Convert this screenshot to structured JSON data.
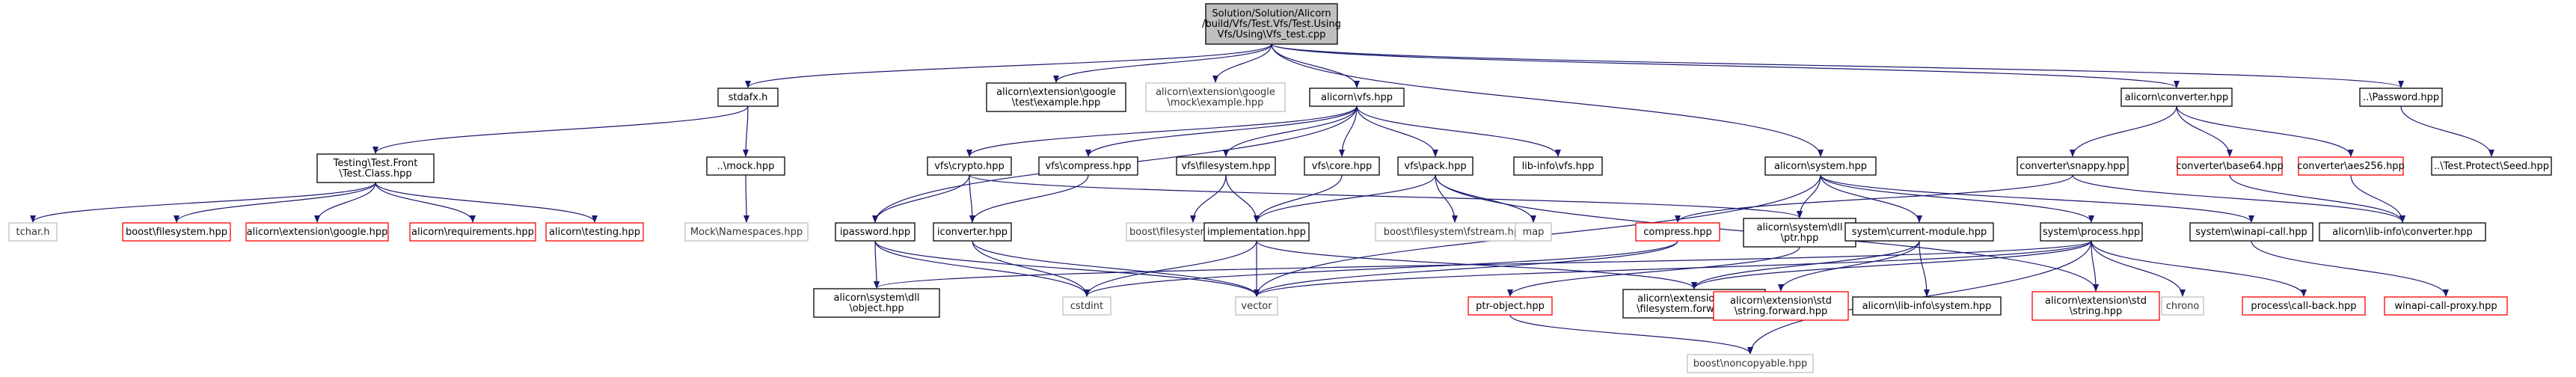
{
  "colors": {
    "edge": "#191970",
    "root_fill": "#bfbfbf",
    "root_border": "#000000",
    "normal_border": "#000000",
    "missing_border": "#ff0000",
    "external_border": "#bfbfbf"
  },
  "nodes": [
    {
      "id": "root",
      "lines": [
        "Solution/Solution/Alicorn",
        "/build/Vfs/Test.Vfs/Test.Using",
        "Vfs/Using\\Vfs_test.cpp"
      ],
      "style": "root"
    },
    {
      "id": "stdafx",
      "lines": [
        "stdafx.h"
      ],
      "style": "normal"
    },
    {
      "id": "ext_google_test_example",
      "lines": [
        "alicorn\\extension\\google",
        "\\test\\example.hpp"
      ],
      "style": "normal"
    },
    {
      "id": "ext_google_mock_example",
      "lines": [
        "alicorn\\extension\\google",
        "\\mock\\example.hpp"
      ],
      "style": "external"
    },
    {
      "id": "alicorn_vfs",
      "lines": [
        "alicorn\\vfs.hpp"
      ],
      "style": "normal"
    },
    {
      "id": "alicorn_converter",
      "lines": [
        "alicorn\\converter.hpp"
      ],
      "style": "normal"
    },
    {
      "id": "password",
      "lines": [
        "..\\Password.hpp"
      ],
      "style": "normal"
    },
    {
      "id": "test_class",
      "lines": [
        "Testing\\Test.Front",
        "\\Test.Class.hpp"
      ],
      "style": "normal"
    },
    {
      "id": "mock",
      "lines": [
        "..\\mock.hpp"
      ],
      "style": "normal"
    },
    {
      "id": "tchar",
      "lines": [
        "tchar.h"
      ],
      "style": "external"
    },
    {
      "id": "boost_filesystem",
      "lines": [
        "boost\\filesystem.hpp"
      ],
      "style": "missing"
    },
    {
      "id": "ext_google",
      "lines": [
        "alicorn\\extension\\google.hpp"
      ],
      "style": "missing"
    },
    {
      "id": "requirements",
      "lines": [
        "alicorn\\requirements.hpp"
      ],
      "style": "missing"
    },
    {
      "id": "testing",
      "lines": [
        "alicorn\\testing.hpp"
      ],
      "style": "missing"
    },
    {
      "id": "mock_namespaces",
      "lines": [
        "Mock\\Namespaces.hpp"
      ],
      "style": "external"
    },
    {
      "id": "vfs_crypto",
      "lines": [
        "vfs\\crypto.hpp"
      ],
      "style": "normal"
    },
    {
      "id": "vfs_compress",
      "lines": [
        "vfs\\compress.hpp"
      ],
      "style": "normal"
    },
    {
      "id": "vfs_filesystem",
      "lines": [
        "vfs\\filesystem.hpp"
      ],
      "style": "normal"
    },
    {
      "id": "vfs_core",
      "lines": [
        "vfs\\core.hpp"
      ],
      "style": "normal"
    },
    {
      "id": "vfs_pack",
      "lines": [
        "vfs\\pack.hpp"
      ],
      "style": "normal"
    },
    {
      "id": "lib_info_vfs",
      "lines": [
        "lib-info\\vfs.hpp"
      ],
      "style": "normal"
    },
    {
      "id": "alicorn_system",
      "lines": [
        "alicorn\\system.hpp"
      ],
      "style": "normal"
    },
    {
      "id": "converter_snappy",
      "lines": [
        "converter\\snappy.hpp"
      ],
      "style": "normal"
    },
    {
      "id": "converter_base64",
      "lines": [
        "converter\\base64.hpp"
      ],
      "style": "missing"
    },
    {
      "id": "converter_aes256",
      "lines": [
        "converter\\aes256.hpp"
      ],
      "style": "missing"
    },
    {
      "id": "test_protect_seed",
      "lines": [
        "..\\Test.Protect\\Seed.hpp"
      ],
      "style": "normal"
    },
    {
      "id": "ipassword",
      "lines": [
        "ipassword.hpp"
      ],
      "style": "normal"
    },
    {
      "id": "iconverter",
      "lines": [
        "iconverter.hpp"
      ],
      "style": "normal"
    },
    {
      "id": "boost_fs_path",
      "lines": [
        "boost\\filesystem\\path.hpp"
      ],
      "style": "external"
    },
    {
      "id": "implementation",
      "lines": [
        "implementation.hpp"
      ],
      "style": "normal"
    },
    {
      "id": "boost_fs_fstream",
      "lines": [
        "boost\\filesystem\\fstream.hpp"
      ],
      "style": "external"
    },
    {
      "id": "map",
      "lines": [
        "map"
      ],
      "style": "external"
    },
    {
      "id": "compress",
      "lines": [
        "compress.hpp"
      ],
      "style": "missing"
    },
    {
      "id": "system_dll_ptr",
      "lines": [
        "alicorn\\system\\dll",
        "\\ptr.hpp"
      ],
      "style": "normal"
    },
    {
      "id": "system_current_module",
      "lines": [
        "system\\current-module.hpp"
      ],
      "style": "normal"
    },
    {
      "id": "system_process",
      "lines": [
        "system\\process.hpp"
      ],
      "style": "normal"
    },
    {
      "id": "system_winapi_call",
      "lines": [
        "system\\winapi-call.hpp"
      ],
      "style": "normal"
    },
    {
      "id": "lib_info_converter",
      "lines": [
        "alicorn\\lib-info\\converter.hpp"
      ],
      "style": "normal"
    },
    {
      "id": "system_dll_object",
      "lines": [
        "alicorn\\system\\dll",
        "\\object.hpp"
      ],
      "style": "normal"
    },
    {
      "id": "cstdint",
      "lines": [
        "cstdint"
      ],
      "style": "external"
    },
    {
      "id": "vector",
      "lines": [
        "vector"
      ],
      "style": "external"
    },
    {
      "id": "ptr_object",
      "lines": [
        "ptr-object.hpp"
      ],
      "style": "missing"
    },
    {
      "id": "boost_fs_forward",
      "lines": [
        "alicorn\\extension\\boost",
        "\\filesystem.forward.hpp"
      ],
      "style": "normal"
    },
    {
      "id": "std_string_forward",
      "lines": [
        "alicorn\\extension\\std",
        "\\string.forward.hpp"
      ],
      "style": "missing"
    },
    {
      "id": "lib_info_system",
      "lines": [
        "alicorn\\lib-info\\system.hpp"
      ],
      "style": "normal"
    },
    {
      "id": "std_string",
      "lines": [
        "alicorn\\extension\\std",
        "\\string.hpp"
      ],
      "style": "missing"
    },
    {
      "id": "chrono",
      "lines": [
        "chrono"
      ],
      "style": "external"
    },
    {
      "id": "call_back",
      "lines": [
        "process\\call-back.hpp"
      ],
      "style": "missing"
    },
    {
      "id": "winapi_call_proxy",
      "lines": [
        "winapi-call-proxy.hpp"
      ],
      "style": "missing"
    },
    {
      "id": "noncopyable",
      "lines": [
        "boost\\noncopyable.hpp"
      ],
      "style": "external"
    }
  ],
  "edges": [
    [
      "root",
      "stdafx"
    ],
    [
      "root",
      "ext_google_test_example"
    ],
    [
      "root",
      "ext_google_mock_example"
    ],
    [
      "root",
      "alicorn_vfs"
    ],
    [
      "root",
      "alicorn_system"
    ],
    [
      "root",
      "alicorn_converter"
    ],
    [
      "root",
      "password"
    ],
    [
      "stdafx",
      "test_class"
    ],
    [
      "stdafx",
      "mock"
    ],
    [
      "test_class",
      "tchar"
    ],
    [
      "test_class",
      "boost_filesystem"
    ],
    [
      "test_class",
      "ext_google"
    ],
    [
      "test_class",
      "requirements"
    ],
    [
      "test_class",
      "testing"
    ],
    [
      "mock",
      "mock_namespaces"
    ],
    [
      "alicorn_vfs",
      "vfs_crypto"
    ],
    [
      "alicorn_vfs",
      "vfs_compress"
    ],
    [
      "alicorn_vfs",
      "vfs_filesystem"
    ],
    [
      "alicorn_vfs",
      "vfs_core"
    ],
    [
      "alicorn_vfs",
      "vfs_pack"
    ],
    [
      "alicorn_vfs",
      "lib_info_vfs"
    ],
    [
      "alicorn_vfs",
      "ipassword"
    ],
    [
      "vfs_crypto",
      "ipassword"
    ],
    [
      "vfs_crypto",
      "iconverter"
    ],
    [
      "vfs_crypto",
      "system_dll_ptr"
    ],
    [
      "vfs_compress",
      "iconverter"
    ],
    [
      "vfs_filesystem",
      "boost_fs_path"
    ],
    [
      "vfs_filesystem",
      "implementation"
    ],
    [
      "vfs_core",
      "implementation"
    ],
    [
      "vfs_pack",
      "implementation"
    ],
    [
      "vfs_pack",
      "boost_fs_fstream"
    ],
    [
      "vfs_pack",
      "map"
    ],
    [
      "vfs_pack",
      "std_string"
    ],
    [
      "ipassword",
      "system_dll_object"
    ],
    [
      "ipassword",
      "cstdint"
    ],
    [
      "ipassword",
      "vector"
    ],
    [
      "iconverter",
      "cstdint"
    ],
    [
      "iconverter",
      "vector"
    ],
    [
      "implementation",
      "cstdint"
    ],
    [
      "implementation",
      "vector"
    ],
    [
      "implementation",
      "boost_fs_forward"
    ],
    [
      "alicorn_system",
      "system_dll_ptr"
    ],
    [
      "alicorn_system",
      "system_current_module"
    ],
    [
      "alicorn_system",
      "system_process"
    ],
    [
      "alicorn_system",
      "system_winapi_call"
    ],
    [
      "alicorn_system",
      "vector"
    ],
    [
      "system_dll_ptr",
      "ptr_object"
    ],
    [
      "compress",
      "cstdint"
    ],
    [
      "compress",
      "vector"
    ],
    [
      "system_current_module",
      "std_string_forward"
    ],
    [
      "system_current_module",
      "lib_info_system"
    ],
    [
      "system_current_module",
      "boost_fs_forward"
    ],
    [
      "system_process",
      "system_dll_object"
    ],
    [
      "system_process",
      "vector"
    ],
    [
      "system_process",
      "std_string"
    ],
    [
      "system_process",
      "chrono"
    ],
    [
      "system_process",
      "call_back"
    ],
    [
      "system_process",
      "noncopyable"
    ],
    [
      "system_process",
      "boost_fs_forward"
    ],
    [
      "system_winapi_call",
      "winapi_call_proxy"
    ],
    [
      "alicorn_converter",
      "converter_snappy"
    ],
    [
      "alicorn_converter",
      "converter_base64"
    ],
    [
      "alicorn_converter",
      "converter_aes256"
    ],
    [
      "converter_snappy",
      "compress"
    ],
    [
      "converter_snappy",
      "lib_info_converter"
    ],
    [
      "converter_base64",
      "lib_info_converter"
    ],
    [
      "converter_aes256",
      "lib_info_converter"
    ],
    [
      "password",
      "test_protect_seed"
    ],
    [
      "ptr_object",
      "noncopyable"
    ]
  ]
}
